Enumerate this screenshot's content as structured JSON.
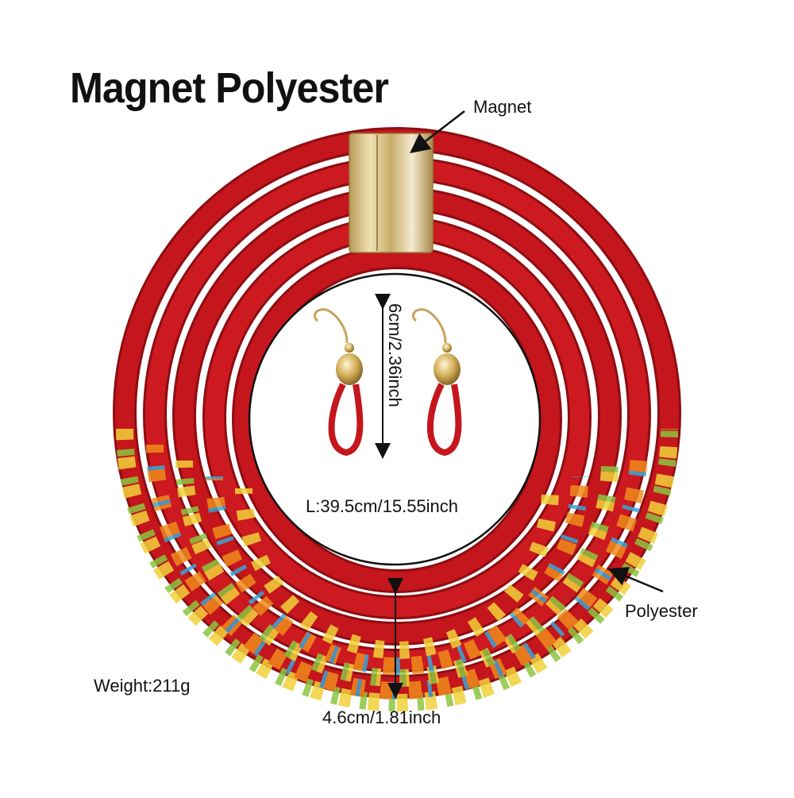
{
  "title": "Magnet Polyester",
  "labels": {
    "magnet": "Magnet",
    "polyester": "Polyester",
    "weight": "Weight:211g",
    "length": "L:39.5cm/15.55inch",
    "earring_height": "6cm/2.36inch",
    "width": "4.6cm/1.81inch"
  },
  "colors": {
    "cord_red": "#c4161c",
    "cord_dark": "#8e0d12",
    "clasp_gold": "#d9c28a",
    "stripe_yellow": "#f2d13a",
    "stripe_orange": "#f08a1c",
    "stripe_green": "#8cc63f",
    "stripe_blue": "#3aa6d9"
  }
}
